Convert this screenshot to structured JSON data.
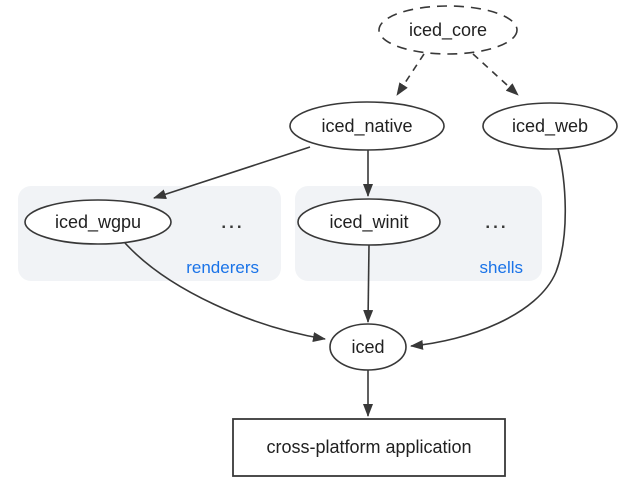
{
  "colors": {
    "stroke": "#383838",
    "text": "#212121",
    "accent_blue": "#1a73e8",
    "group_fill": "#f1f3f6",
    "background": "#ffffff"
  },
  "nodes": {
    "iced_core": {
      "label": "iced_core",
      "shape": "dashed-ellipse"
    },
    "iced_native": {
      "label": "iced_native",
      "shape": "ellipse"
    },
    "iced_web": {
      "label": "iced_web",
      "shape": "ellipse"
    },
    "iced_wgpu": {
      "label": "iced_wgpu",
      "shape": "ellipse"
    },
    "iced_winit": {
      "label": "iced_winit",
      "shape": "ellipse"
    },
    "iced": {
      "label": "iced",
      "shape": "ellipse"
    },
    "application": {
      "label": "cross-platform application",
      "shape": "rectangle"
    }
  },
  "groups": {
    "renderers": {
      "label": "renderers",
      "more": "..."
    },
    "shells": {
      "label": "shells",
      "more": "..."
    }
  },
  "edges": [
    {
      "from": "iced_core",
      "to": "iced_native",
      "style": "dashed"
    },
    {
      "from": "iced_core",
      "to": "iced_web",
      "style": "dashed"
    },
    {
      "from": "iced_native",
      "to": "iced_wgpu",
      "style": "solid"
    },
    {
      "from": "iced_native",
      "to": "iced_winit",
      "style": "solid"
    },
    {
      "from": "iced_winit",
      "to": "iced",
      "style": "solid"
    },
    {
      "from": "iced_wgpu",
      "to": "iced",
      "style": "solid"
    },
    {
      "from": "iced_web",
      "to": "iced",
      "style": "solid"
    },
    {
      "from": "iced",
      "to": "application",
      "style": "solid"
    }
  ]
}
